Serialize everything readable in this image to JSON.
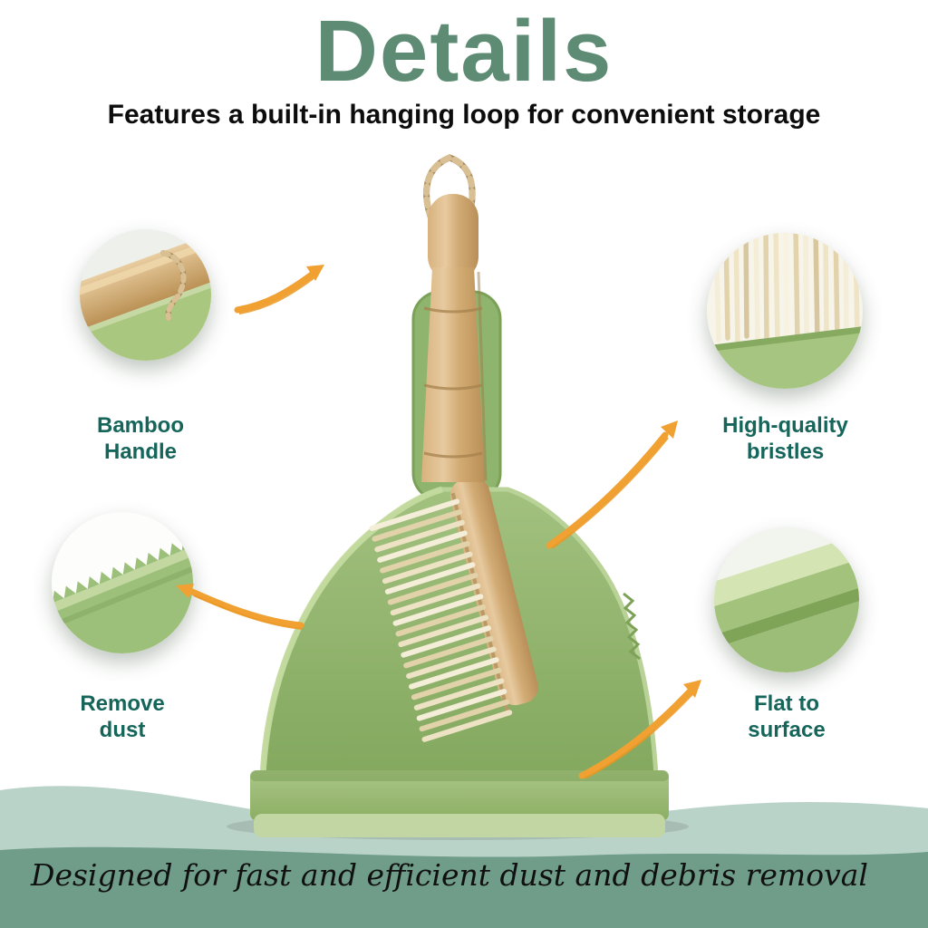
{
  "header": {
    "title": "Details",
    "subtitle": "Features a built-in hanging loop for convenient storage"
  },
  "callouts": [
    {
      "id": "bamboo-handle",
      "label": "Bamboo Handle"
    },
    {
      "id": "remove-dust",
      "label": "Remove dust"
    },
    {
      "id": "high-quality-bristles",
      "label": "High-quality bristles"
    },
    {
      "id": "flat-to-surface",
      "label": "Flat to surface"
    }
  ],
  "footer": {
    "caption": "Designed for fast and efficient dust and debris removal"
  },
  "colors": {
    "title_green": "#5e8b74",
    "label_teal": "#15655a",
    "arrow_orange": "#f0a132",
    "dustpan_green": "#94b873",
    "bamboo_tan": "#d5b07a",
    "bristle_cream": "#efe6cc",
    "wave_light_green": "#bad3c9",
    "wave_dark_green": "#6f9d8a"
  }
}
